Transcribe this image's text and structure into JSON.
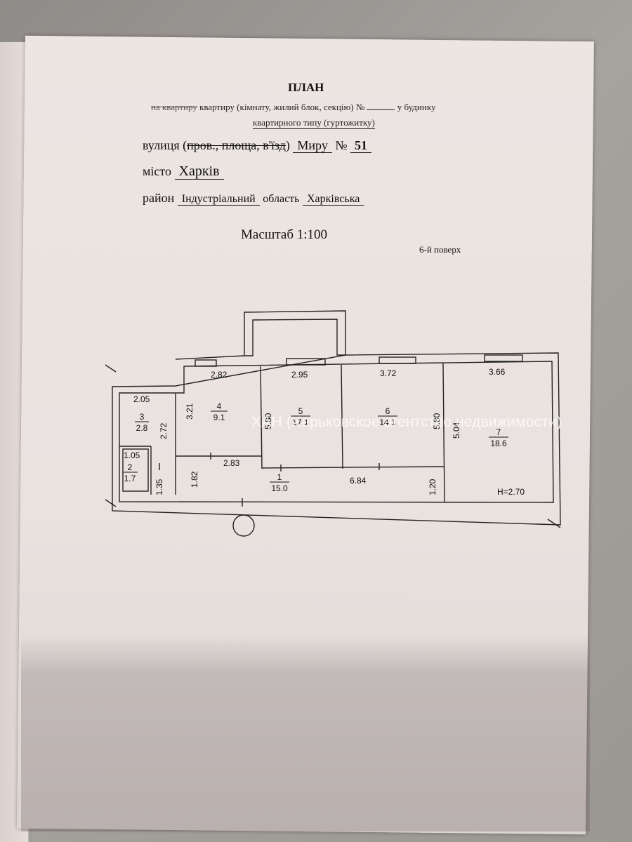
{
  "document": {
    "title": "ПЛАН",
    "line1": {
      "struck": "на квартиру",
      "text": "квартиру (кімнату, жилий блок, секцію) №",
      "suffix": "у будинку"
    },
    "line2": "квартирного типу (гуртожитку)",
    "street_label": "вулиця",
    "street_type_plain": "(",
    "street_type_struck": "пров., площа, в'їзд",
    "street_type_close": ")",
    "street": "Миру",
    "number_label": "№",
    "number": "51",
    "city_label": "місто",
    "city": "Харків",
    "district_label": "район",
    "district": "Індустріальний",
    "region_label": "область",
    "region": "Харківська",
    "scale": "Масштаб 1:100",
    "floor": "6-й поверх"
  },
  "plan": {
    "dims": {
      "r4_top": "2.82",
      "r5_top": "2.95",
      "r6_top": "3.72",
      "r7_top": "3.66",
      "r3_top": "2.05",
      "r2_top": "1.05",
      "r4_side": "3.21",
      "r5_side": "5.80",
      "r6_side": "5.80",
      "r7_side": "5.04",
      "r3_side": "2.72",
      "corr_left": "1.35",
      "corr_mid": "1.82",
      "corr_top": "2.83",
      "corr_len": "6.84",
      "corr_right": "1.20",
      "height": "H=2.70"
    },
    "rooms": [
      {
        "num": "1",
        "area": "15.0"
      },
      {
        "num": "2",
        "area": "1.7"
      },
      {
        "num": "3",
        "area": "2.8"
      },
      {
        "num": "4",
        "area": "9.1"
      },
      {
        "num": "5",
        "area": "17.1"
      },
      {
        "num": "6",
        "area": "14.1"
      },
      {
        "num": "7",
        "area": "18.6"
      }
    ]
  },
  "watermark": "ХАН (Харьковское агентство недвижимости)"
}
